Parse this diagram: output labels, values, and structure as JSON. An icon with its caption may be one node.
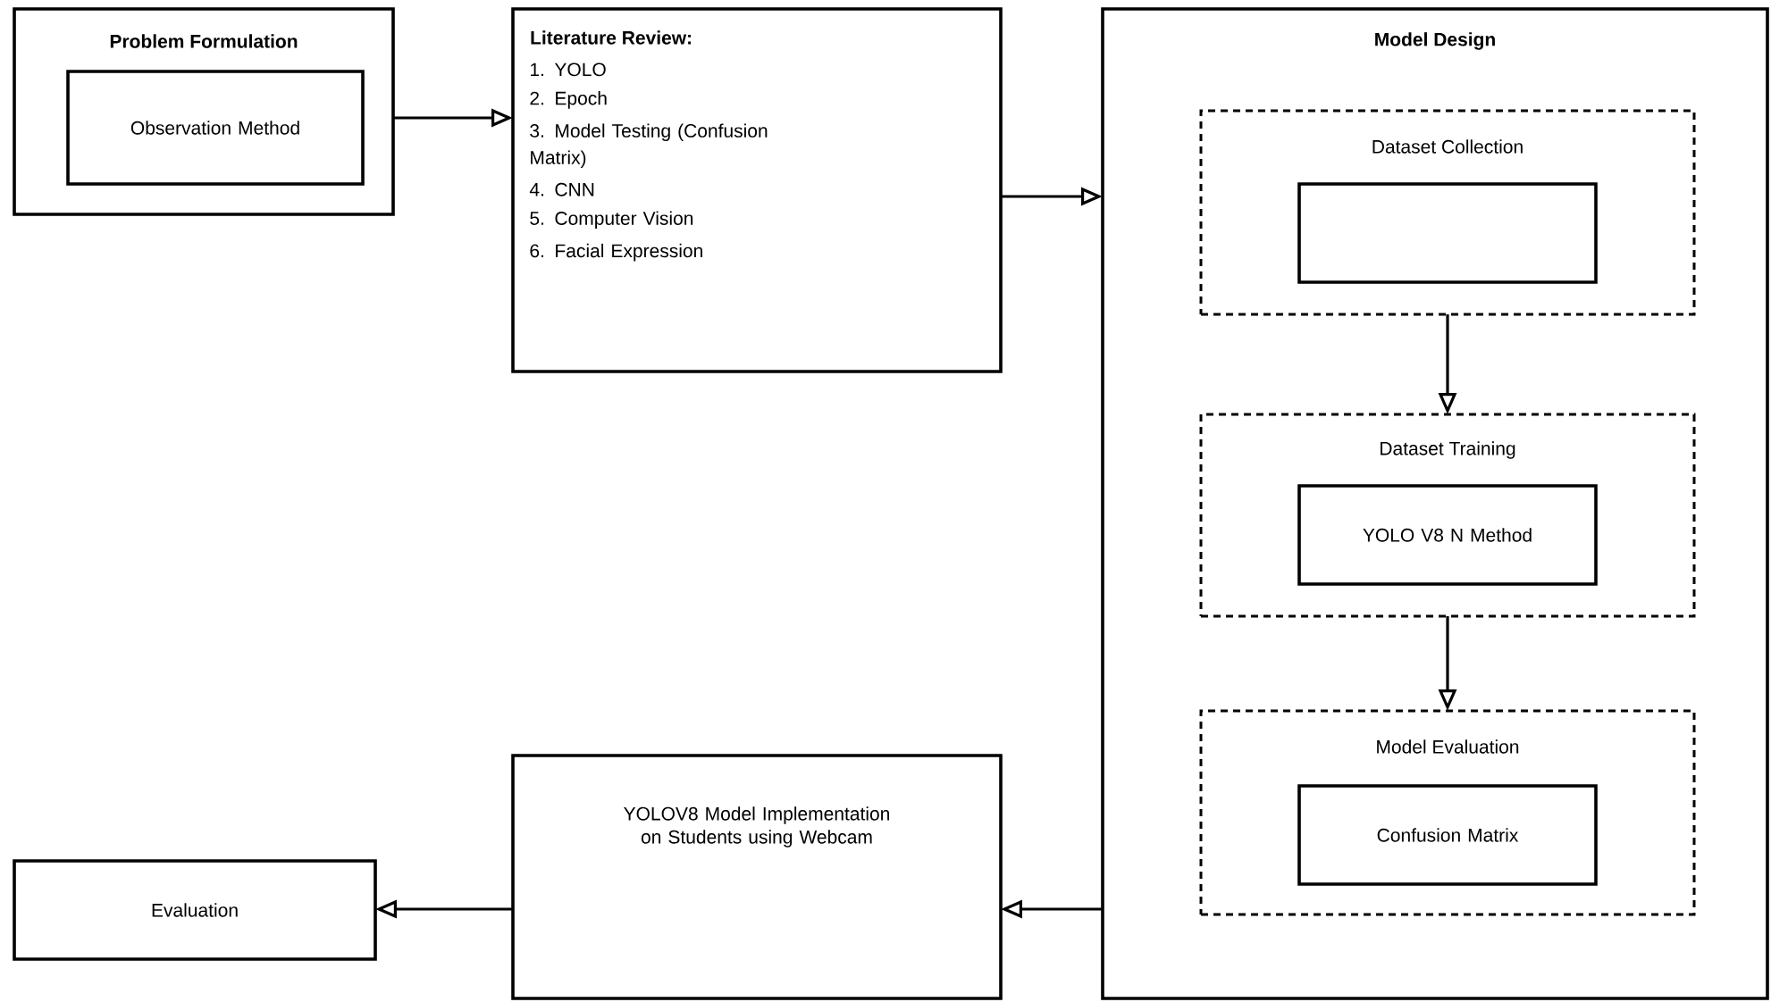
{
  "diagram": {
    "nodes": [
      {
        "text": [
          "Problem Formulation"
        ]
      },
      {
        "text": [
          "Observation Method"
        ],
        "in": 0
      },
      {
        "text": [
          "Literature Review:",
          "1. YOLO",
          "2. Epoch",
          "3. Model Testing (Confusion Matrix)",
          "4. CNN",
          "5. Computer Vision",
          "6. Facial Expression"
        ]
      },
      {
        "text": [
          "Model Design"
        ]
      },
      {
        "text": [
          "Dataset Collection"
        ],
        "in": 3
      },
      {
        "text": [],
        "shape": "box",
        "in": 4
      },
      {
        "text": [
          "Dataset Training"
        ],
        "in": 3
      },
      {
        "text": [
          "YOLO V8 N Method"
        ],
        "in": 6
      },
      {
        "text": [
          "Model Evaluation"
        ],
        "in": 3
      },
      {
        "text": [
          "Confusion Matrix"
        ],
        "in": 8
      },
      {
        "text": [
          "YOLOV8 Model Implementation on Students using Webcam"
        ]
      },
      {
        "text": [
          "Evaluation"
        ]
      }
    ],
    "edges": [
      {
        "from": 0,
        "to": 2,
        "arrow": "to"
      },
      {
        "from": 2,
        "to": 3,
        "arrow": "to"
      },
      {
        "from": 4,
        "to": 6,
        "arrow": "to"
      },
      {
        "from": 6,
        "to": 8,
        "arrow": "to"
      },
      {
        "from": 3,
        "to": 10,
        "arrow": "to"
      },
      {
        "from": 10,
        "to": 11,
        "arrow": "to"
      }
    ]
  }
}
